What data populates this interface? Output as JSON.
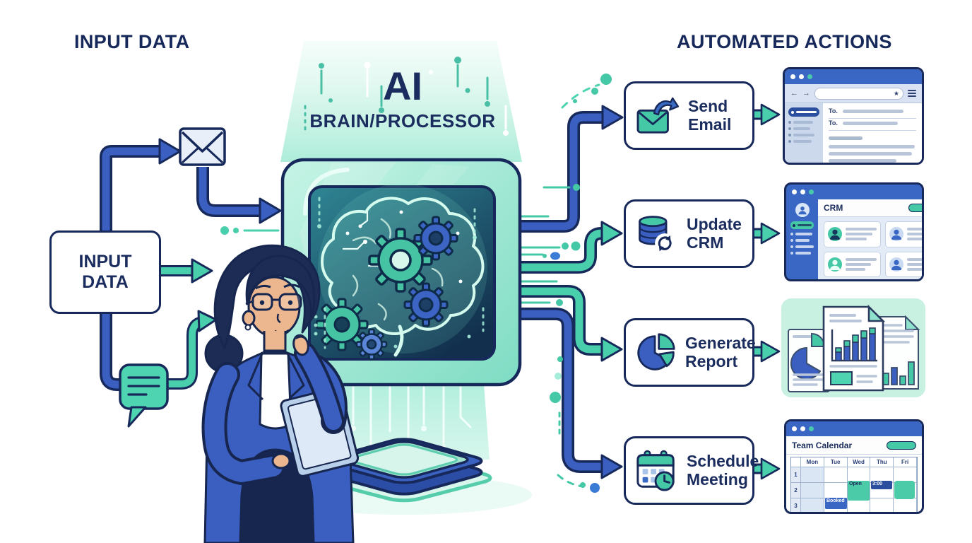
{
  "titles": {
    "input_data": "INPUT DATA",
    "automated_actions": "AUTOMATED ACTIONS"
  },
  "processor": {
    "title": "AI",
    "subtitle": "BRAIN/PROCESSOR"
  },
  "input_box": {
    "label": "INPUT DATA"
  },
  "actions": [
    {
      "label": "Send Email",
      "icon": "send-email-icon"
    },
    {
      "label": "Update CRM",
      "icon": "update-crm-icon"
    },
    {
      "label": "Generate Report",
      "icon": "generate-report-icon"
    },
    {
      "label": "Schedule Meeting",
      "icon": "schedule-meeting-icon"
    }
  ],
  "previews": {
    "email": {
      "field1_label": "To.",
      "field2_label": "To."
    },
    "crm": {
      "title": "CRM"
    },
    "calendar": {
      "title": "Team Calendar",
      "days": [
        "Mon",
        "Tue",
        "Wed",
        "Thu",
        "Fri"
      ],
      "row_numbers": [
        "1",
        "2",
        "3"
      ],
      "events": [
        {
          "label": "Open",
          "day": "Wed",
          "row": "2",
          "color": "#4ccba8"
        },
        {
          "label": "3:00",
          "day": "Thu",
          "row": "2",
          "color": "#2b4f9e"
        },
        {
          "label": "",
          "day": "Fri",
          "row": "2",
          "color": "#4ccba8"
        },
        {
          "label": "Booked",
          "day": "Tue",
          "row": "3",
          "color": "#3a66c4"
        }
      ]
    }
  },
  "colors": {
    "navy": "#17295a",
    "pipe_blue": "#3a5fc1",
    "accent_teal": "#45c8a5",
    "mint": "#c9f1e2",
    "window_blue": "#3a66c4"
  }
}
